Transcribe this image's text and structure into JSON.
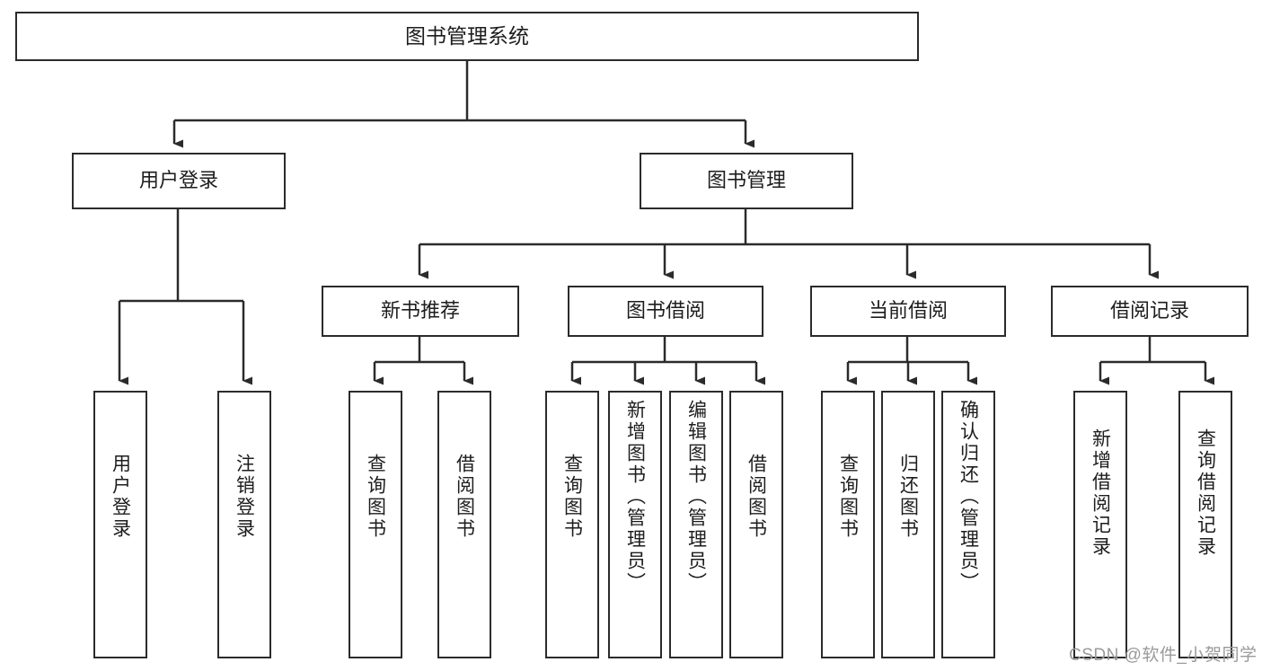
{
  "diagram": {
    "type": "tree-hierarchy",
    "title": "图书管理系统",
    "root": {
      "id": "root",
      "label": "图书管理系统",
      "orientation": "horizontal"
    },
    "level2": [
      {
        "id": "user-login",
        "label": "用户登录",
        "orientation": "horizontal"
      },
      {
        "id": "book-management",
        "label": "图书管理",
        "orientation": "horizontal"
      }
    ],
    "level3": [
      {
        "id": "new-book-recommend",
        "label": "新书推荐",
        "parent": "book-management",
        "orientation": "horizontal"
      },
      {
        "id": "book-borrow",
        "label": "图书借阅",
        "parent": "book-management",
        "orientation": "horizontal"
      },
      {
        "id": "current-borrow",
        "label": "当前借阅",
        "parent": "book-management",
        "orientation": "horizontal"
      },
      {
        "id": "borrow-record",
        "label": "借阅记录",
        "parent": "book-management",
        "orientation": "horizontal"
      }
    ],
    "leaves": [
      {
        "id": "leaf-user-login",
        "label": "用户登录",
        "parent": "user-login",
        "orientation": "vertical"
      },
      {
        "id": "leaf-logout",
        "label": "注销登录",
        "parent": "user-login",
        "orientation": "vertical"
      },
      {
        "id": "leaf-query-book-1",
        "label": "查询图书",
        "parent": "new-book-recommend",
        "orientation": "vertical"
      },
      {
        "id": "leaf-borrow-book-1",
        "label": "借阅图书",
        "parent": "new-book-recommend",
        "orientation": "vertical"
      },
      {
        "id": "leaf-query-book-2",
        "label": "查询图书",
        "parent": "book-borrow",
        "orientation": "vertical"
      },
      {
        "id": "leaf-add-book",
        "label": "新增图书（管理员）",
        "parent": "book-borrow",
        "orientation": "vertical"
      },
      {
        "id": "leaf-edit-book",
        "label": "编辑图书（管理员）",
        "parent": "book-borrow",
        "orientation": "vertical"
      },
      {
        "id": "leaf-borrow-book-2",
        "label": "借阅图书",
        "parent": "book-borrow",
        "orientation": "vertical"
      },
      {
        "id": "leaf-query-book-3",
        "label": "查询图书",
        "parent": "current-borrow",
        "orientation": "vertical"
      },
      {
        "id": "leaf-return-book",
        "label": "归还图书",
        "parent": "current-borrow",
        "orientation": "vertical"
      },
      {
        "id": "leaf-confirm-return",
        "label": "确认归还（管理员）",
        "parent": "current-borrow",
        "orientation": "vertical"
      },
      {
        "id": "leaf-add-record",
        "label": "新增借阅记录",
        "parent": "borrow-record",
        "orientation": "vertical"
      },
      {
        "id": "leaf-query-record",
        "label": "查询借阅记录",
        "parent": "borrow-record",
        "orientation": "vertical"
      }
    ],
    "colors": {
      "stroke": "#2b2b2b",
      "fill": "#ffffff",
      "text": "#1d1d1d",
      "watermark": "#9a9a9a"
    }
  },
  "watermark": {
    "text": "CSDN @软件_小贺同学"
  }
}
